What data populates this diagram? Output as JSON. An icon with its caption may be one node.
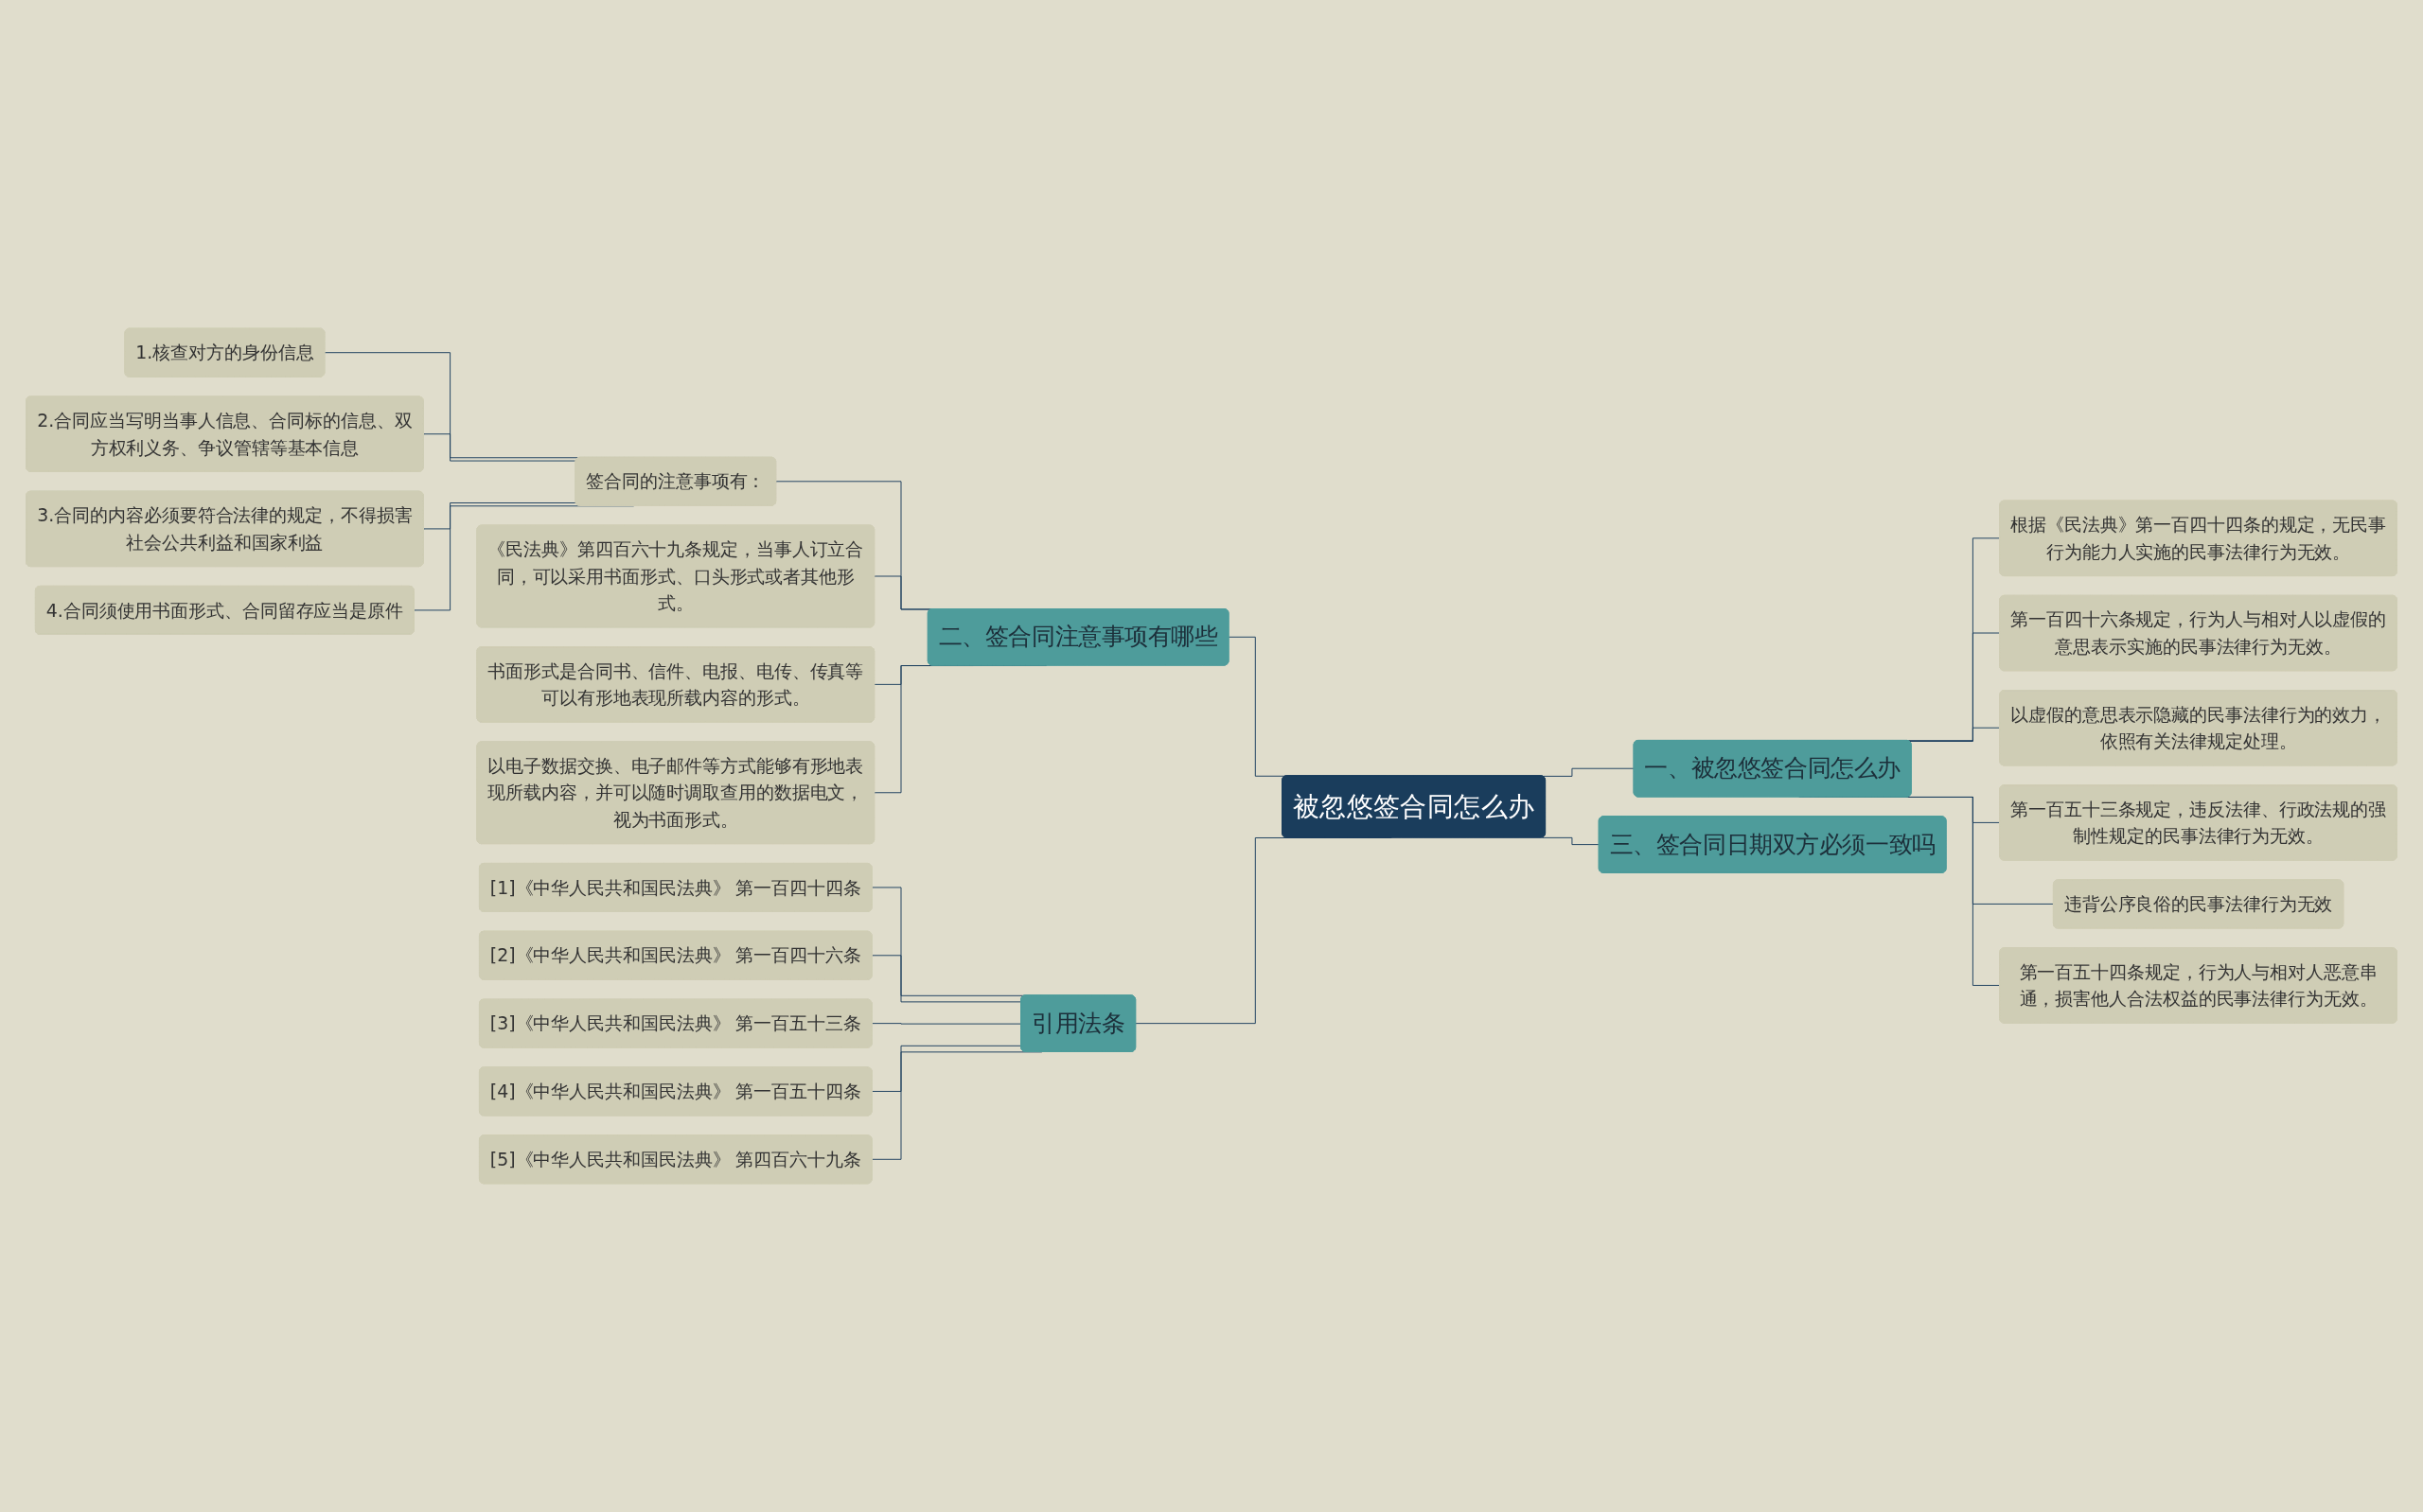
{
  "diagram": {
    "nodes": [
      {
        "text": [
          "被忽悠签合同怎么办"
        ]
      },
      {
        "text": [
          "一、被忽悠签合同怎么办"
        ]
      },
      {
        "text": [
          "根据《民法典》第一百四十四条的规定，无民事行为能力人实施的民事法律行为无效。"
        ]
      },
      {
        "text": [
          "第一百四十六条规定，行为人与相对人以虚假的意思表示实施的民事法律行为无效。"
        ]
      },
      {
        "text": [
          "以虚假的意思表示隐藏的民事法律行为的效力，依照有关法律规定处理。"
        ]
      },
      {
        "text": [
          "第一百五十三条规定，违反法律、行政法规的强制性规定的民事法律行为无效。"
        ]
      },
      {
        "text": [
          "违背公序良俗的民事法律行为无效"
        ]
      },
      {
        "text": [
          "第一百五十四条规定，行为人与相对人恶意串通，损害他人合法权益的民事法律行为无效。"
        ]
      },
      {
        "text": [
          "三、签合同日期双方必须一致吗"
        ]
      },
      {
        "text": [
          "二、签合同注意事项有哪些"
        ]
      },
      {
        "text": [
          "签合同的注意事项有："
        ]
      },
      {
        "text": [
          "1.核查对方的身份信息"
        ]
      },
      {
        "text": [
          "2.合同应当写明当事人信息、合同标的信息、双方权利义务、争议管辖等基本信息"
        ]
      },
      {
        "text": [
          "3.合同的内容必须要符合法律的规定，不得损害社会公共利益和国家利益"
        ]
      },
      {
        "text": [
          "4.合同须使用书面形式、合同留存应当是原件"
        ]
      },
      {
        "text": [
          "《民法典》第四百六十九条规定，当事人订立合同，可以采用书面形式、口头形式或者其他形式。"
        ]
      },
      {
        "text": [
          "书面形式是合同书、信件、电报、电传、传真等可以有形地表现所载内容的形式。"
        ]
      },
      {
        "text": [
          "以电子数据交换、电子邮件等方式能够有形地表现所载内容，并可以随时调取查用的数据电文，视为书面形式。"
        ]
      },
      {
        "text": [
          "引用法条"
        ]
      },
      {
        "text": [
          "[1]《中华人民共和国民法典》 第一百四十四条"
        ]
      },
      {
        "text": [
          "[2]《中华人民共和国民法典》 第一百四十六条"
        ]
      },
      {
        "text": [
          "[3]《中华人民共和国民法典》 第一百五十三条"
        ]
      },
      {
        "text": [
          "[4]《中华人民共和国民法典》 第一百五十四条"
        ]
      },
      {
        "text": [
          "[5]《中华人民共和国民法典》 第四百六十九条"
        ]
      }
    ],
    "edges": [
      {
        "from": 0,
        "to": 1,
        "arrow": "none"
      },
      {
        "from": 1,
        "to": 2,
        "arrow": "none"
      },
      {
        "from": 1,
        "to": 3,
        "arrow": "none"
      },
      {
        "from": 1,
        "to": 4,
        "arrow": "none"
      },
      {
        "from": 1,
        "to": 5,
        "arrow": "none"
      },
      {
        "from": 1,
        "to": 6,
        "arrow": "none"
      },
      {
        "from": 1,
        "to": 7,
        "arrow": "none"
      },
      {
        "from": 0,
        "to": 8,
        "arrow": "none"
      },
      {
        "from": 0,
        "to": 9,
        "arrow": "none"
      },
      {
        "from": 9,
        "to": 10,
        "arrow": "none"
      },
      {
        "from": 10,
        "to": 11,
        "arrow": "none"
      },
      {
        "from": 10,
        "to": 12,
        "arrow": "none"
      },
      {
        "from": 10,
        "to": 13,
        "arrow": "none"
      },
      {
        "from": 10,
        "to": 14,
        "arrow": "none"
      },
      {
        "from": 9,
        "to": 15,
        "arrow": "none"
      },
      {
        "from": 9,
        "to": 16,
        "arrow": "none"
      },
      {
        "from": 9,
        "to": 17,
        "arrow": "none"
      },
      {
        "from": 0,
        "to": 18,
        "arrow": "none"
      },
      {
        "from": 18,
        "to": 19,
        "arrow": "none"
      },
      {
        "from": 18,
        "to": 20,
        "arrow": "none"
      },
      {
        "from": 18,
        "to": 21,
        "arrow": "none"
      },
      {
        "from": 18,
        "to": 22,
        "arrow": "none"
      },
      {
        "from": 18,
        "to": 23,
        "arrow": "none"
      }
    ]
  }
}
